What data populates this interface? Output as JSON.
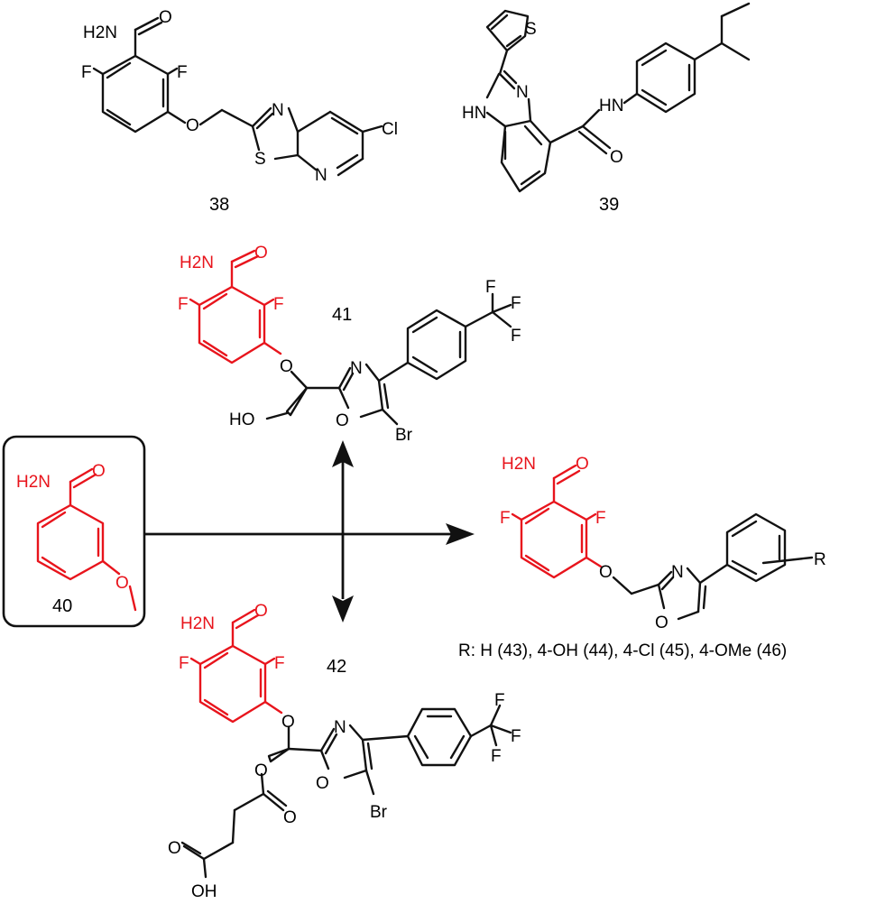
{
  "colors": {
    "black": "#111111",
    "red": "#e8141c"
  },
  "labels": {
    "c38": "38",
    "c39": "39",
    "c40": "40",
    "c41": "41",
    "c42": "42",
    "r_series": "R: H (43), 4-OH (44), 4-Cl (45), 4-OMe (46)"
  },
  "atoms": {
    "h2n": "H2N",
    "o": "O",
    "f": "F",
    "n": "N",
    "s": "S",
    "cl": "Cl",
    "hn": "HN",
    "nh": "N H",
    "br": "Br",
    "ho": "HO",
    "oh": "OH",
    "r": "R"
  }
}
